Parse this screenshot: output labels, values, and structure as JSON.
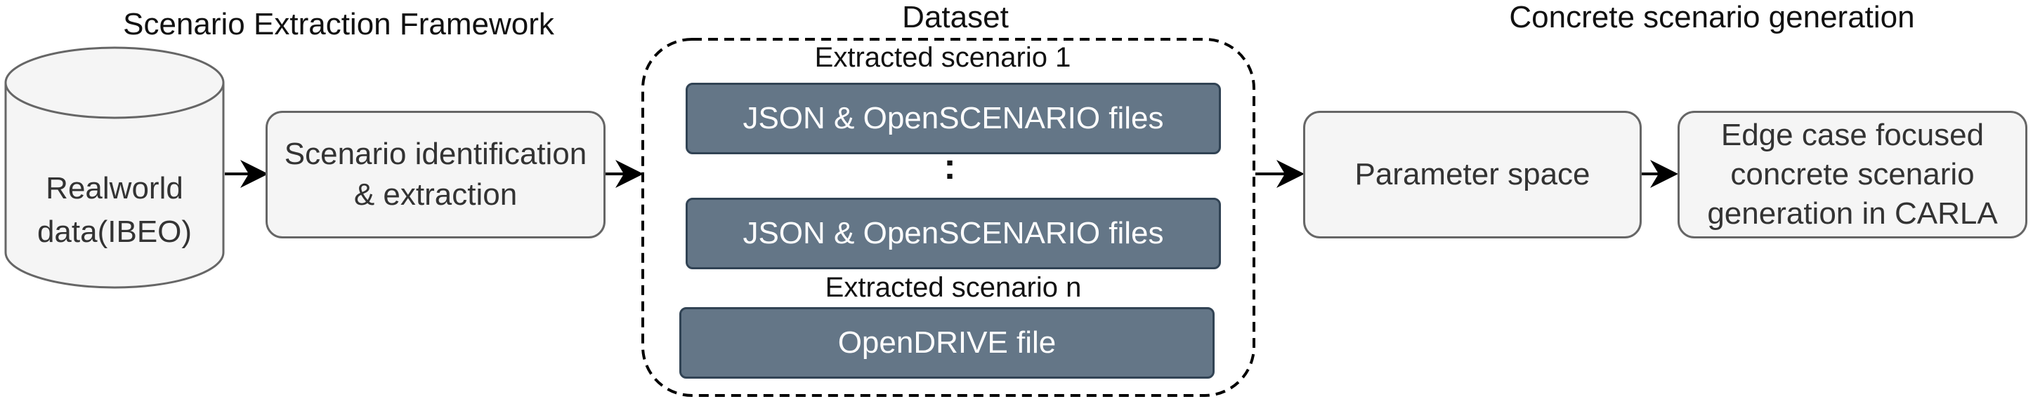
{
  "titles": {
    "extraction": "Scenario Extraction Framework",
    "dataset": "Dataset",
    "generation": "Concrete scenario generation"
  },
  "nodes": {
    "realworld_data": "Realworld data(IBEO)",
    "identification": "Scenario identification & extraction",
    "scenario_first_label": "Extracted scenario 1",
    "scenario_first_files": "JSON & OpenSCENARIO files",
    "ellipsis": ":",
    "scenario_n_files": "JSON & OpenSCENARIO files",
    "scenario_n_label": "Extracted scenario n",
    "opendrive": "OpenDRIVE file",
    "parameter_space": "Parameter space",
    "edge_case": "Edge case focused concrete scenario generation in CARLA"
  },
  "colors": {
    "light_fill": "#f5f5f5",
    "light_stroke": "#666666",
    "dark_fill": "#647687",
    "dark_stroke": "#314354"
  }
}
